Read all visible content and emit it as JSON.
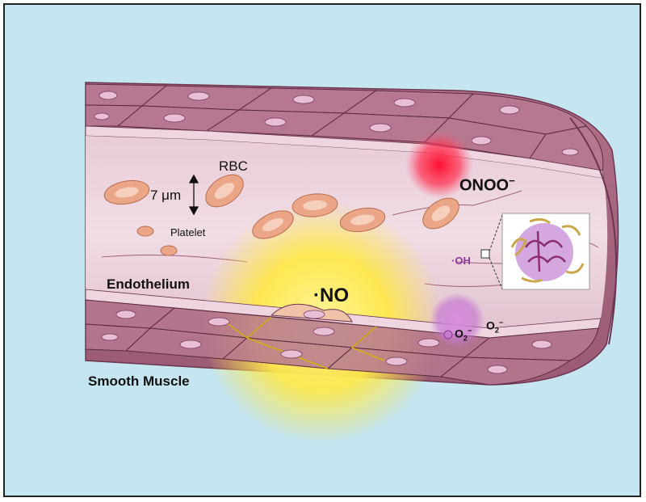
{
  "labels": {
    "rbc": "RBC",
    "size": "7 μm",
    "platelet": "Platelet",
    "endothelium": "Endothelium",
    "smooth_muscle": "Smooth Muscle",
    "no": "·NO",
    "onoo": "ONOO",
    "oh": "·OH",
    "o2_a": "O",
    "o2_b": "O"
  },
  "colors": {
    "background": "#c5e6f1",
    "vessel": "#c9a0b5",
    "cell": "#a8627e",
    "rbc": "#eba688",
    "no_glow": "#ffe94a",
    "onoo_glow": "#ff2040",
    "superoxide": "#c77ad0"
  }
}
